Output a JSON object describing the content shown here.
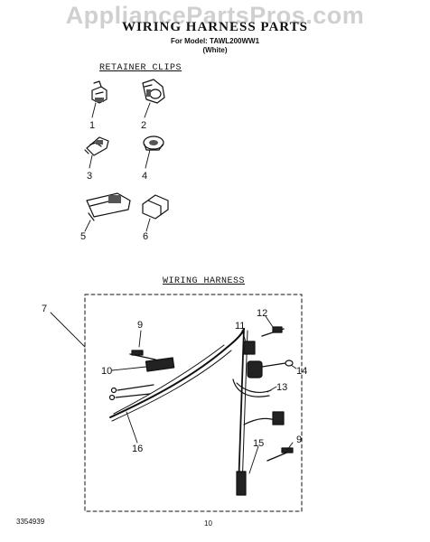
{
  "watermark": "AppliancePartsPros.com",
  "header": {
    "title": "WIRING HARNESS PARTS",
    "model_line": "For Model: TAWL200WW1",
    "color_line": "(White)"
  },
  "sections": {
    "retainer_clips": "RETAINER CLIPS",
    "wiring_harness": "WIRING HARNESS"
  },
  "clips": [
    {
      "num": "1"
    },
    {
      "num": "2"
    },
    {
      "num": "3"
    },
    {
      "num": "4"
    },
    {
      "num": "5"
    },
    {
      "num": "6"
    }
  ],
  "harness_callouts": [
    "7",
    "9",
    "9",
    "10",
    "11",
    "12",
    "13",
    "14",
    "15",
    "16"
  ],
  "footer": {
    "doc_number": "3354939",
    "page_number": "10"
  }
}
